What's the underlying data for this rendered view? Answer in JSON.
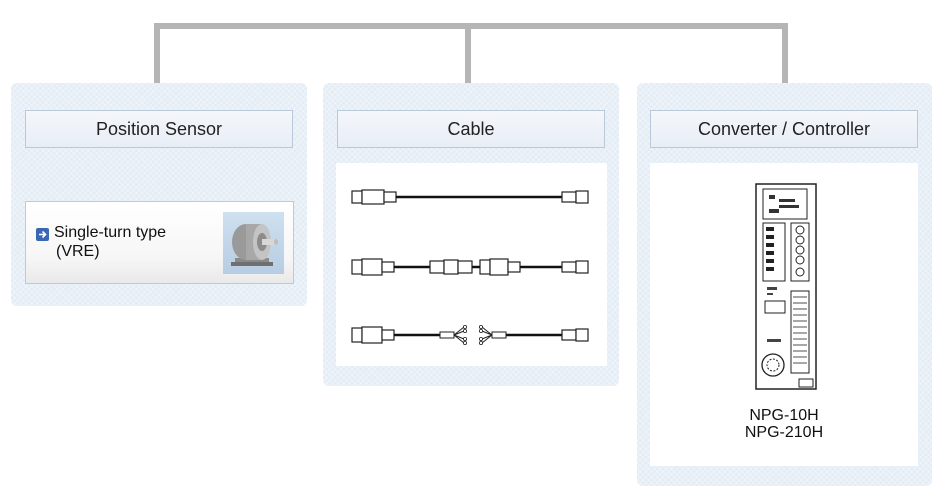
{
  "columns": [
    {
      "title": "Position Sensor",
      "items": [
        {
          "label": "Single-turn type",
          "sub": "(VRE)",
          "icon": "arrow-right-icon",
          "image_icon": "encoder-icon"
        }
      ]
    },
    {
      "title": "Cable",
      "images": [
        "cable-straight-icon",
        "cable-extension-icon",
        "cable-open-end-icon"
      ]
    },
    {
      "title": "Converter / Controller",
      "image": "controller-unit-icon",
      "models": [
        "NPG-10H",
        "NPG-210H"
      ]
    }
  ],
  "colors": {
    "connector": "#b5b5b5",
    "panel_bg": "#e4edf5",
    "header_border": "#b9c9da",
    "arrow_icon": "#3a67b5"
  }
}
